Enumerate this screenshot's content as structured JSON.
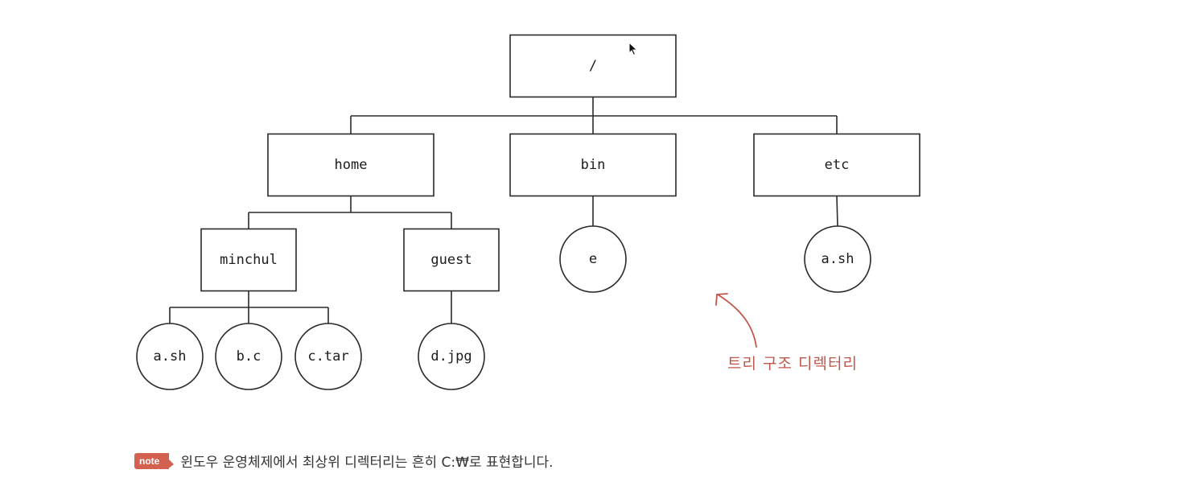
{
  "tree": {
    "nodes": [
      {
        "id": "root",
        "label": "/",
        "shape": "box"
      },
      {
        "id": "home",
        "label": "home",
        "shape": "box"
      },
      {
        "id": "bin",
        "label": "bin",
        "shape": "box"
      },
      {
        "id": "etc",
        "label": "etc",
        "shape": "box"
      },
      {
        "id": "minchul",
        "label": "minchul",
        "shape": "box"
      },
      {
        "id": "guest",
        "label": "guest",
        "shape": "box"
      },
      {
        "id": "e",
        "label": "e",
        "shape": "circle"
      },
      {
        "id": "etc_ash",
        "label": "a.sh",
        "shape": "circle"
      },
      {
        "id": "ash",
        "label": "a.sh",
        "shape": "circle"
      },
      {
        "id": "bc",
        "label": "b.c",
        "shape": "circle"
      },
      {
        "id": "ctar",
        "label": "c.tar",
        "shape": "circle"
      },
      {
        "id": "djpg",
        "label": "d.jpg",
        "shape": "circle"
      }
    ],
    "edges": [
      [
        "root",
        "home"
      ],
      [
        "root",
        "bin"
      ],
      [
        "root",
        "etc"
      ],
      [
        "home",
        "minchul"
      ],
      [
        "home",
        "guest"
      ],
      [
        "bin",
        "e"
      ],
      [
        "etc",
        "etc_ash"
      ],
      [
        "minchul",
        "ash"
      ],
      [
        "minchul",
        "bc"
      ],
      [
        "minchul",
        "ctar"
      ],
      [
        "guest",
        "djpg"
      ]
    ]
  },
  "annotation": {
    "text": "트리 구조 디렉터리",
    "color": "#c0574a"
  },
  "note": {
    "badge": "note",
    "text": "윈도우 운영체제에서 최상위 디렉터리는 흔히 C:₩로 표현합니다.",
    "badge_color": "#d4614f"
  },
  "cursor_icon": "arrow-cursor-icon"
}
